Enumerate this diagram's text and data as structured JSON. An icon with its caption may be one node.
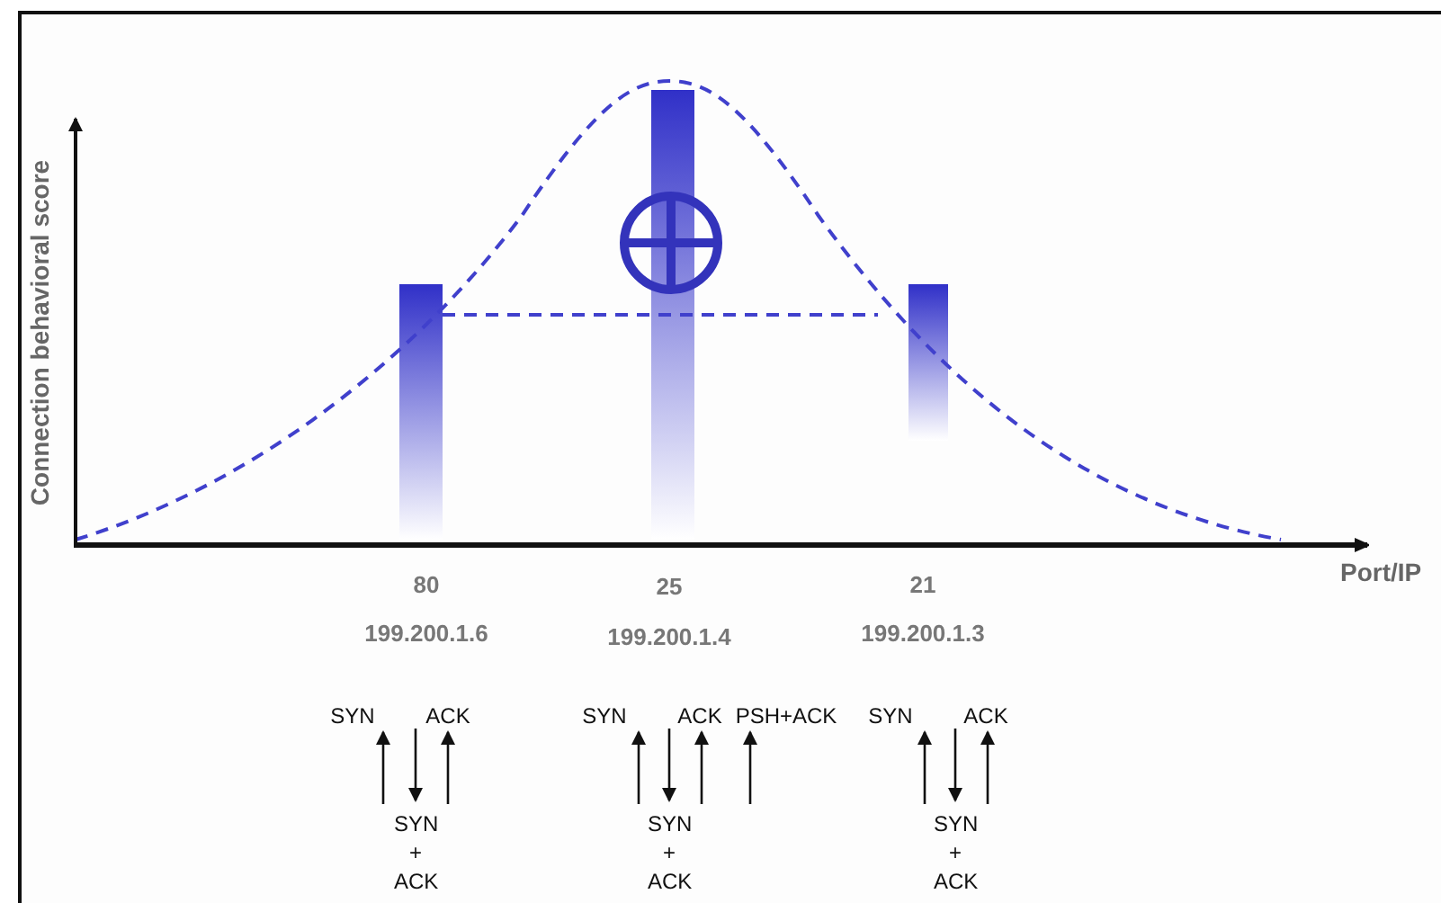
{
  "diagram": {
    "labels": [
      "Connection behavioral score",
      "Port/IP",
      "80",
      "25",
      "21",
      "199.200.1.6",
      "199.200.1.4",
      "199.200.1.3",
      "SYN",
      "ACK",
      "SYN",
      "ACK",
      "PSH+ACK",
      "SYN",
      "ACK",
      "SYN + ACK",
      "SYN + ACK",
      "SYN + ACK"
    ]
  }
}
